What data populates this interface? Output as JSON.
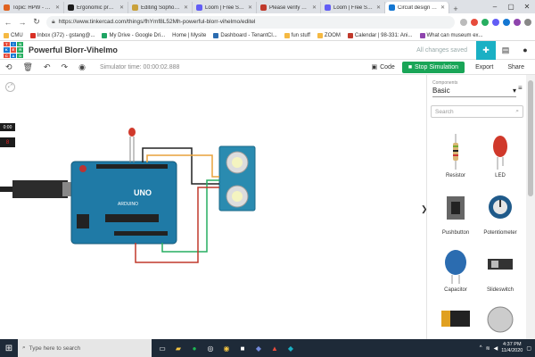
{
  "browser": {
    "tabs": [
      {
        "label": "Topic: HPW - Mid-",
        "color": "#e0621f"
      },
      {
        "label": "Ergonomic product",
        "color": "#1b1b1b"
      },
      {
        "label": "Editing Sophomore",
        "color": "#c9a13b"
      },
      {
        "label": "Loom | Free Screen",
        "color": "#625df5"
      },
      {
        "label": "Please verify your",
        "color": "#c0392b"
      },
      {
        "label": "Loom | Free Screen",
        "color": "#625df5"
      },
      {
        "label": "Circuit design Pow",
        "color": "#1477d2"
      }
    ],
    "url": "https://www.tinkercad.com/things/fhYmf8L52Mh-powerful-blorr-vihelmo/editel",
    "bookmarks": [
      "CMU",
      "Inbox (372) - gstang@...",
      "My Drive - Google Dri...",
      "Home | Mysite",
      "Dashboard - TenantCl...",
      "fun stuff",
      "ZOOM",
      "Calendar | 98-331: Ani...",
      "What can museum ex..."
    ]
  },
  "app": {
    "title": "Powerful Blorr-Vihelmo",
    "save_status": "All changes saved",
    "sim_time": "Simulator time: 00:00:02.888",
    "code_label": "Code",
    "stop_label": "Stop Simulation",
    "export_label": "Export",
    "share_label": "Share",
    "logo_letters": [
      "TIN",
      "KER",
      "CAD"
    ]
  },
  "canvas": {
    "timer": "0:00",
    "arduino_label": "UNO",
    "arduino_brand": "ARDUINO"
  },
  "panel": {
    "category_label": "Components",
    "category_value": "Basic",
    "search_placeholder": "Search",
    "components": [
      {
        "name": "Resistor"
      },
      {
        "name": "LED"
      },
      {
        "name": "Pushbutton"
      },
      {
        "name": "Potentiometer"
      },
      {
        "name": "Capacitor"
      },
      {
        "name": "Slideswitch"
      }
    ]
  },
  "taskbar": {
    "search_placeholder": "Type here to search",
    "time": "4:37 PM",
    "date": "11/4/2020"
  }
}
